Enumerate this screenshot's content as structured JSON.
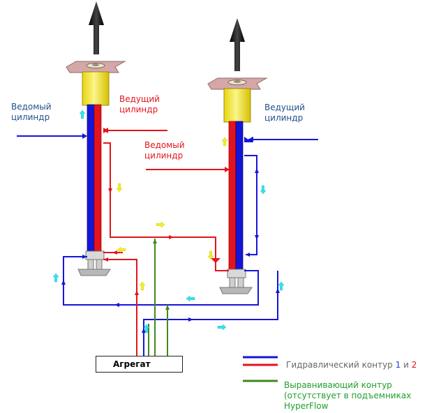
{
  "labels": {
    "left_slave": [
      "Ведомый",
      "цилиндр"
    ],
    "left_master": [
      "Ведущий",
      "цилиндр"
    ],
    "middle_slave": [
      "Ведомый",
      "цилиндр"
    ],
    "right_master": [
      "Ведущий",
      "цилиндр"
    ]
  },
  "unit": "Агрегат",
  "legend": {
    "hydraulic_prefix": "Гидравлический контур ",
    "n1": "1",
    "and": " и ",
    "n2": "2",
    "equalizing": "Выравнивающий контур (отсутствует в подъемниках HyperFlow"
  },
  "colors": {
    "circuit_1": "#1515d8",
    "circuit_2": "#e3141b",
    "equalizing": "#3f8a1c",
    "flow_arrow_yellow": "#f5ef1e",
    "flow_arrow_cyan": "#2ee6f0",
    "lift_arrow": "#111111"
  }
}
